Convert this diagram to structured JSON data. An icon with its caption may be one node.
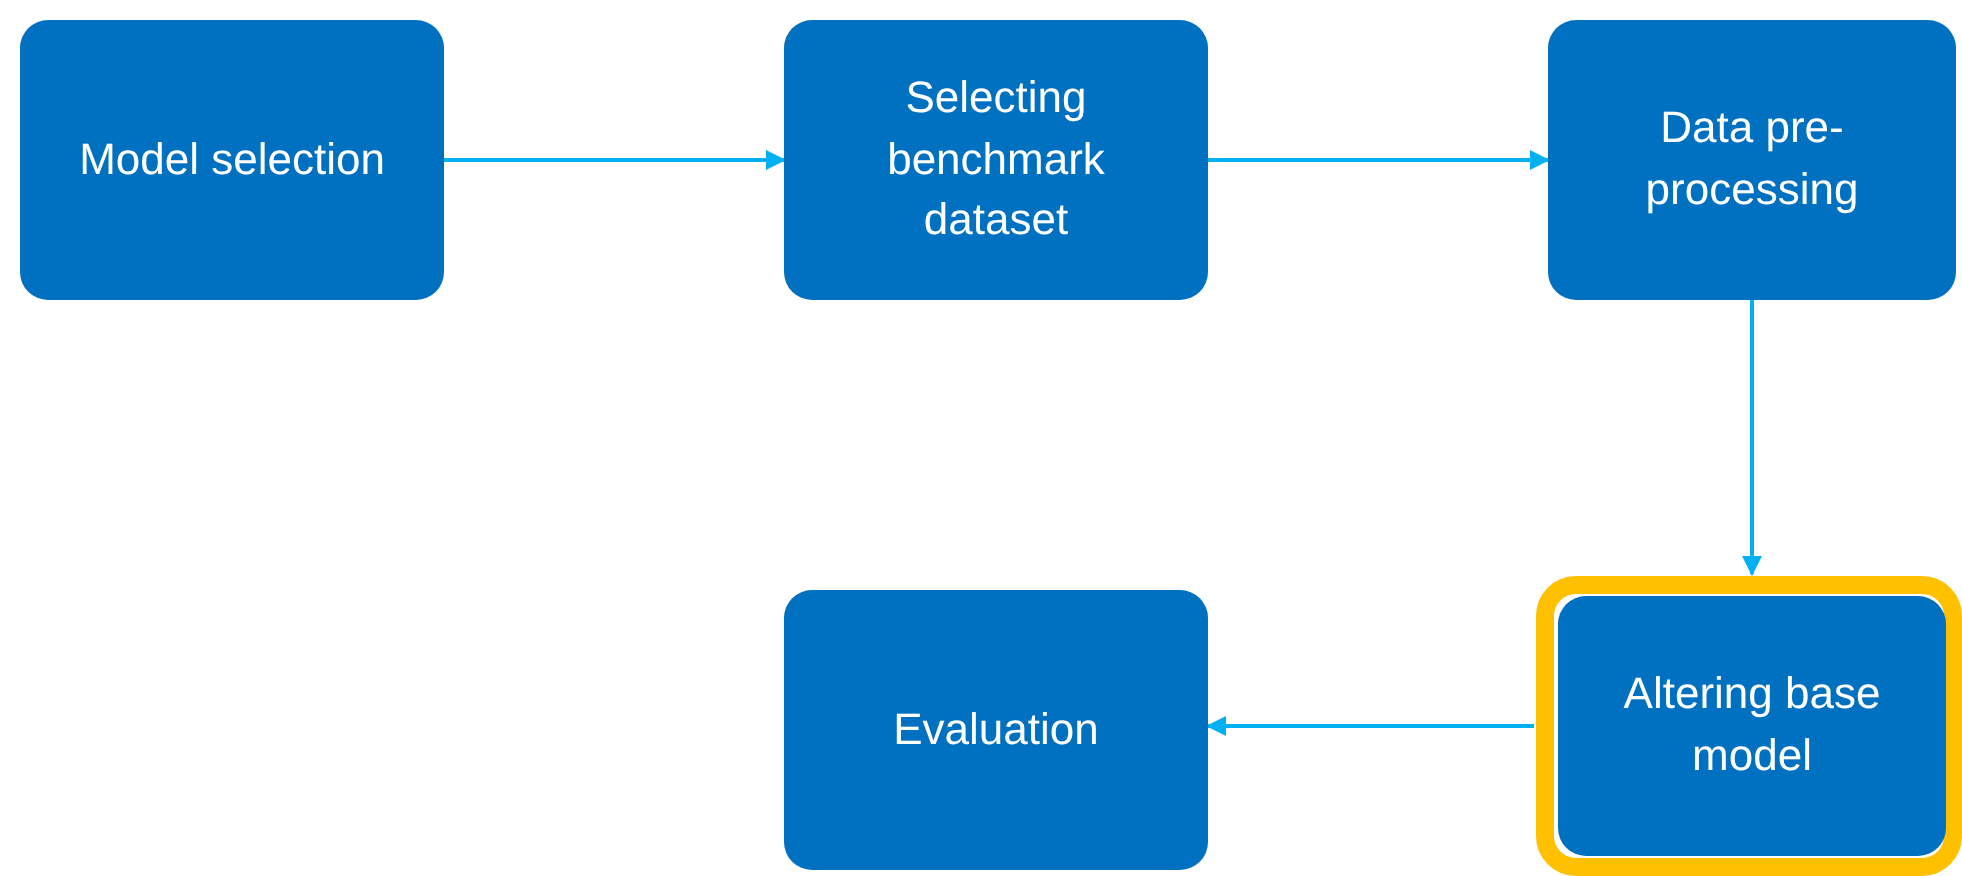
{
  "diagram": {
    "nodes": [
      {
        "text": [
          "Model selection"
        ]
      },
      {
        "text": [
          "Selecting benchmark dataset"
        ]
      },
      {
        "text": [
          "Data pre-processing"
        ]
      },
      {
        "text": [
          "Evaluation"
        ]
      },
      {
        "text": [
          "Altering base model"
        ]
      }
    ],
    "edges": [
      {
        "from": 0,
        "to": 1,
        "arrow": "to"
      },
      {
        "from": 1,
        "to": 2,
        "arrow": "to"
      },
      {
        "from": 2,
        "to": 4,
        "arrow": "to"
      },
      {
        "from": 4,
        "to": 3,
        "arrow": "to"
      }
    ]
  }
}
